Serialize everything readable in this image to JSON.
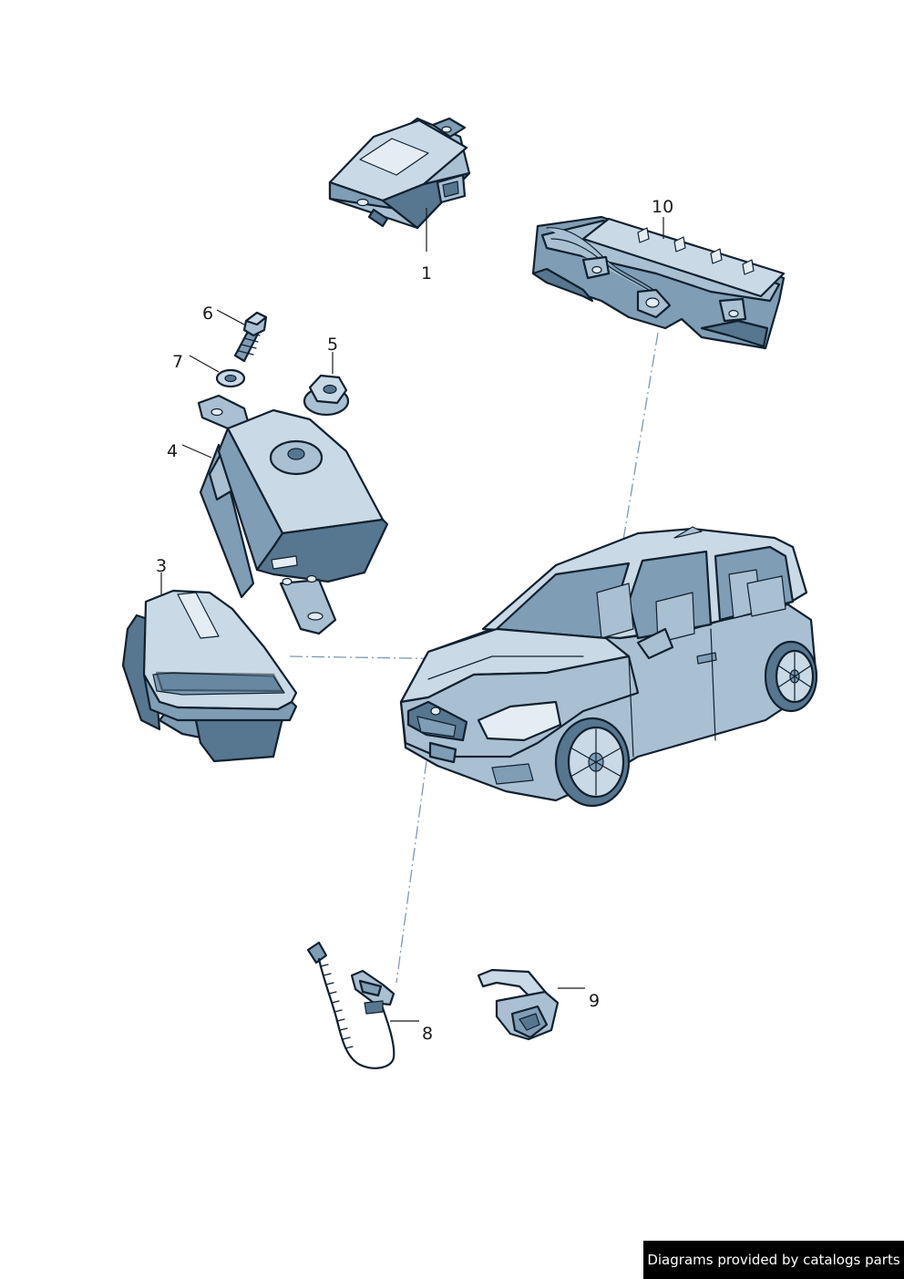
{
  "diagram": {
    "callouts": {
      "part_1": "1",
      "part_3": "3",
      "part_4": "4",
      "part_5": "5",
      "part_6": "6",
      "part_7": "7",
      "part_8": "8",
      "part_9": "9",
      "part_10": "10"
    },
    "credit": "Diagrams provided by catalogs parts"
  },
  "colors": {
    "outline": "#10202e",
    "light_fill": "#c9d9e6",
    "mid_fill": "#a9c0d2",
    "dark_fill": "#57768f",
    "dashed_reference_line": "#7f98ad",
    "credit_background": "#000000",
    "credit_text": "#ffffff"
  }
}
